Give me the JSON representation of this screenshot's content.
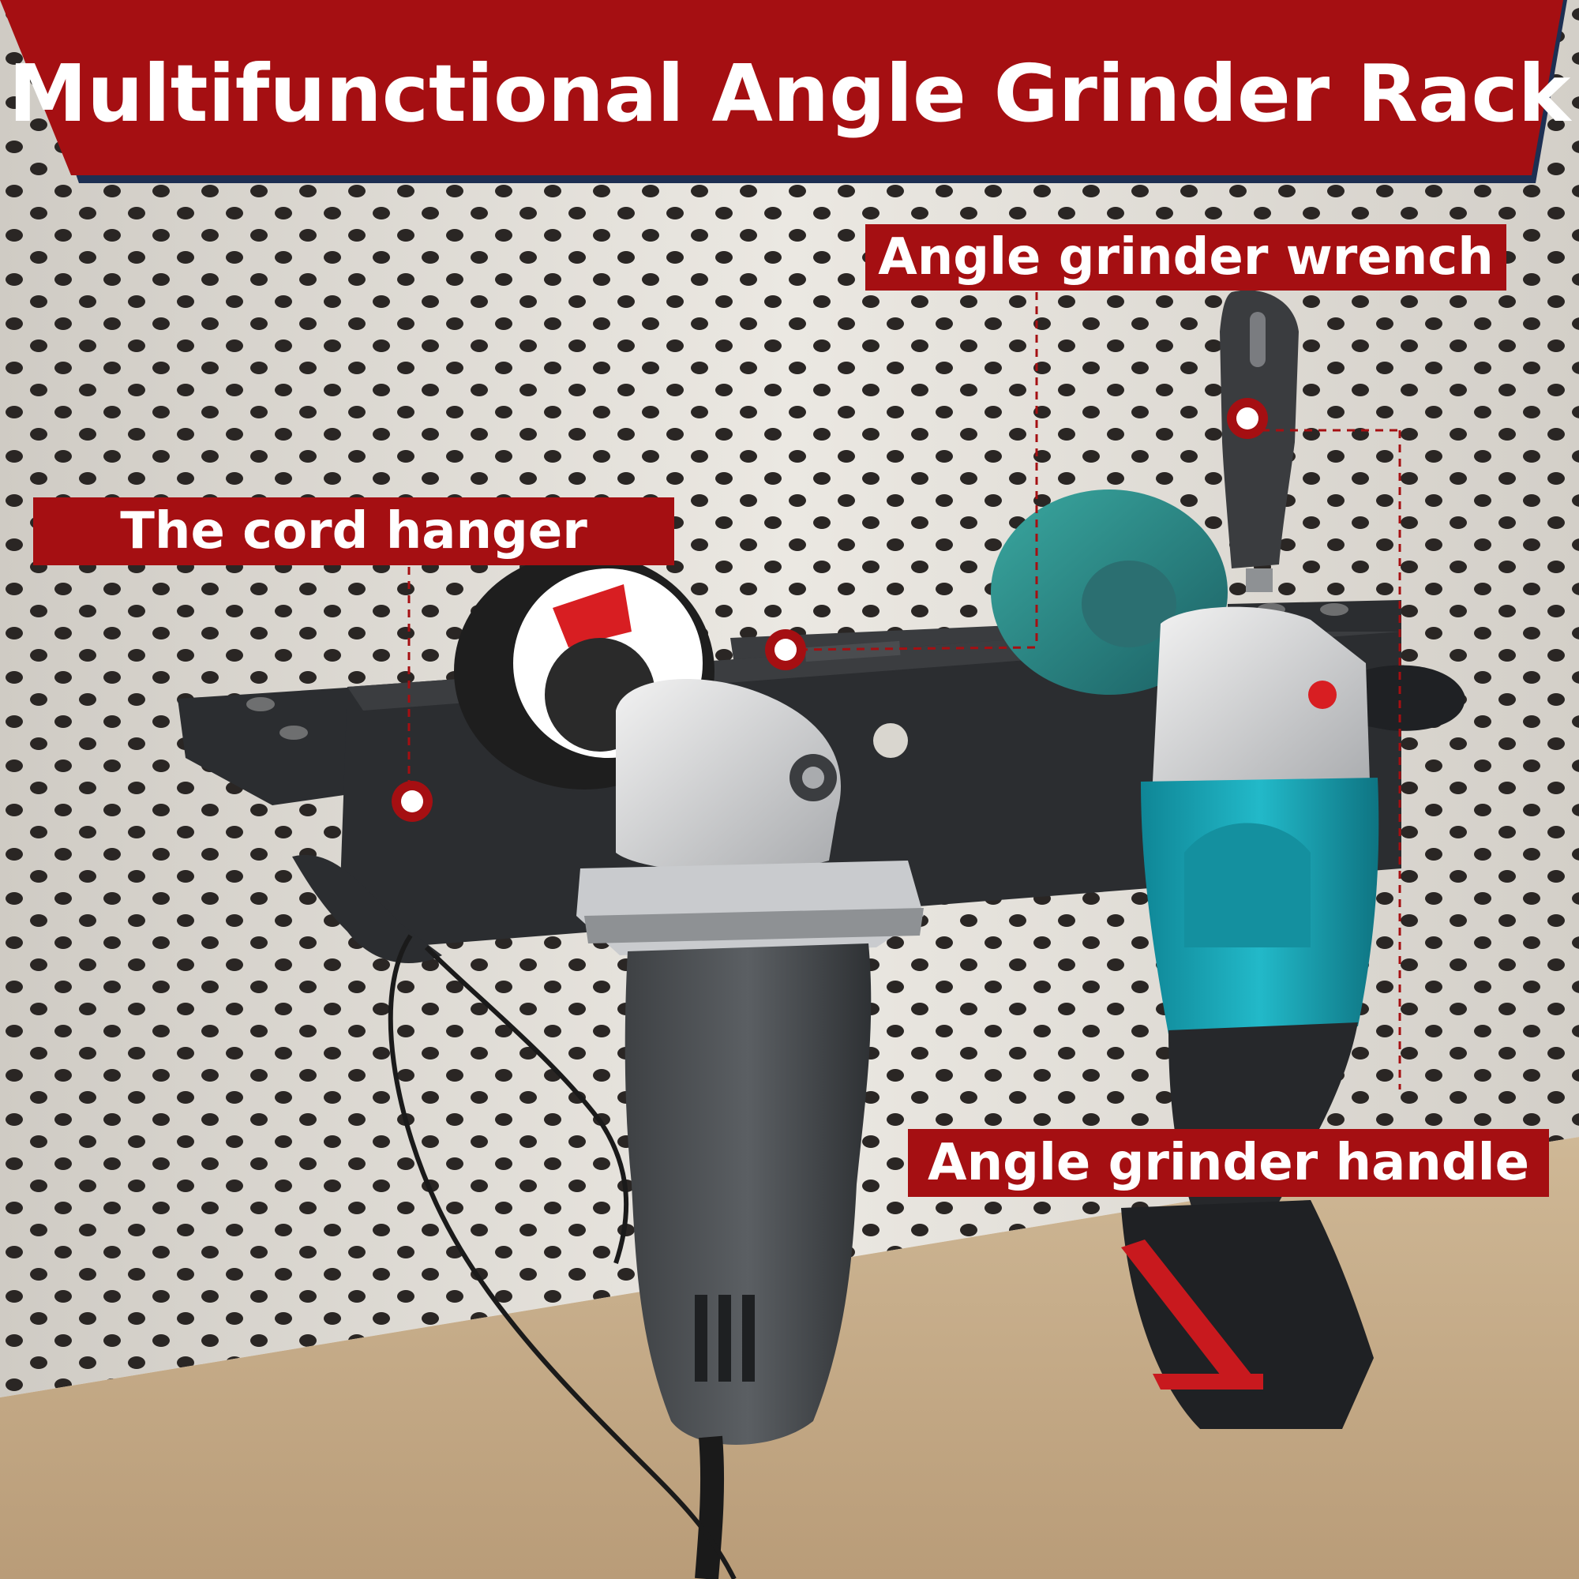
{
  "title": "Multifunctional Angle Grinder Rack",
  "callouts": {
    "wrench": "Angle grinder wrench",
    "cord_hanger": "The cord hanger",
    "handle": "Angle grinder handle"
  },
  "colors": {
    "brand_red": "#a50f12",
    "navy_stripe": "#1d2f52",
    "pegboard": "#d9d6cf",
    "floor": "#c9b08e",
    "rack_black": "#2b2d30",
    "teal": "#19a3b4"
  }
}
